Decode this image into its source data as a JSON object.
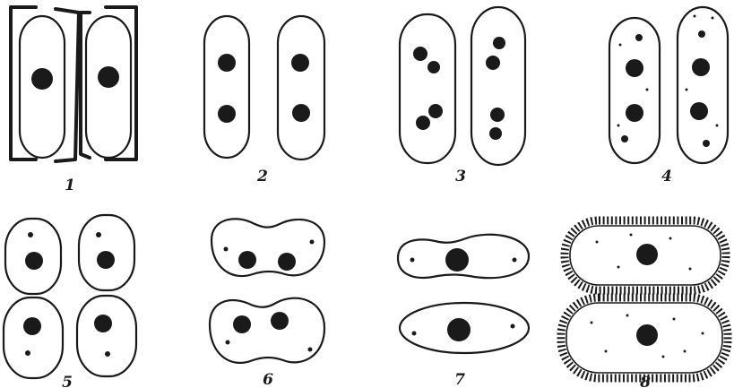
{
  "figure": {
    "labels": [
      "1",
      "2",
      "3",
      "4",
      "5",
      "6",
      "7",
      "8"
    ]
  },
  "colors": {
    "ink": "#1a1a1a",
    "background": "#ffffff"
  }
}
